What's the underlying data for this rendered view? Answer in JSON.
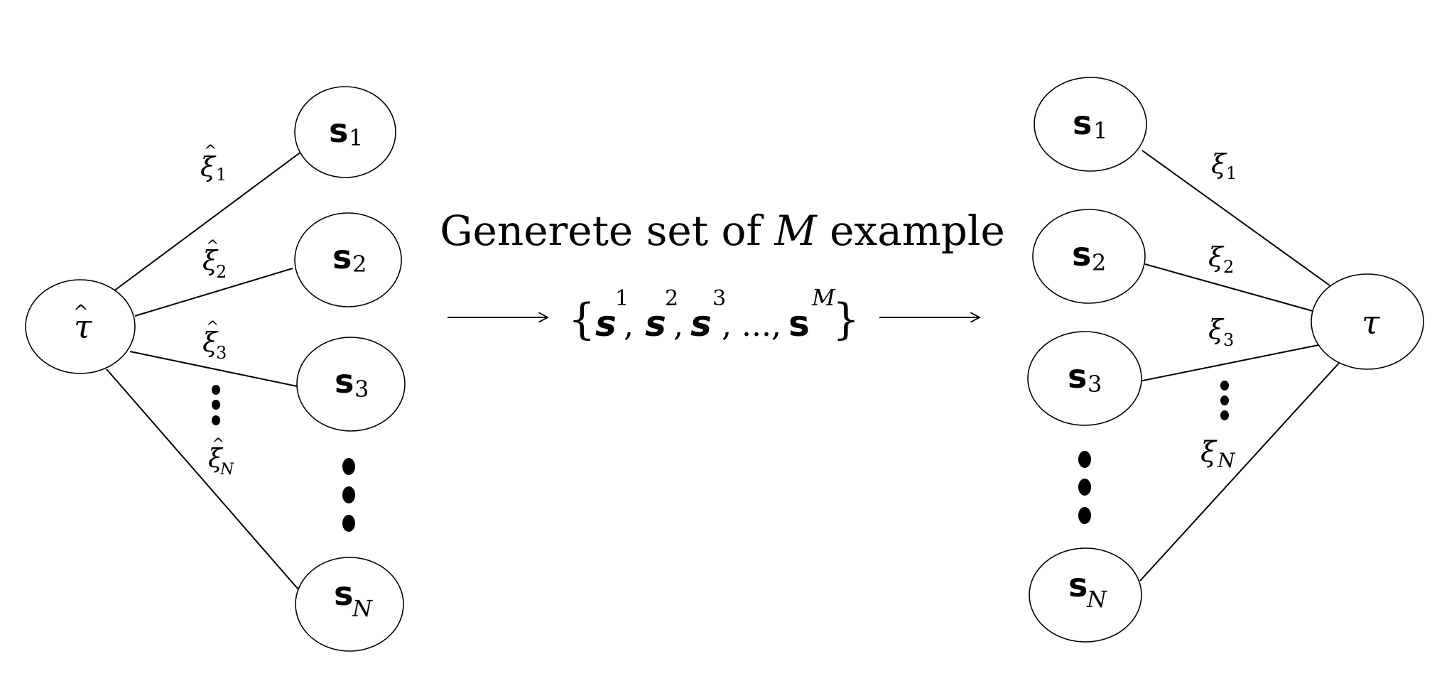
{
  "left_graph": {
    "root": {
      "symbol": "τ",
      "hat": "^"
    },
    "nodes": [
      {
        "symbol": "s",
        "sub": "1"
      },
      {
        "symbol": "s",
        "sub": "2"
      },
      {
        "symbol": "s",
        "sub": "3"
      },
      {
        "symbol": "s",
        "sub": "N"
      }
    ],
    "edge_labels": [
      {
        "symbol": "ξ",
        "sub": "1",
        "hat": "^"
      },
      {
        "symbol": "ξ",
        "sub": "2",
        "hat": "^"
      },
      {
        "symbol": "ξ",
        "sub": "3",
        "hat": "^"
      },
      {
        "symbol": "ξ",
        "sub": "N",
        "hat": "^"
      }
    ]
  },
  "middle": {
    "title_prefix": "Generete set of ",
    "title_var": "M",
    "title_suffix": " example",
    "set_open": "{",
    "set_close": "}",
    "set_symbol": "s",
    "set_ellipsis": ", ...,",
    "set_sups": [
      "1",
      "2",
      "3",
      "M"
    ]
  },
  "right_graph": {
    "root": {
      "symbol": "τ"
    },
    "nodes": [
      {
        "symbol": "s",
        "sub": "1"
      },
      {
        "symbol": "s",
        "sub": "2"
      },
      {
        "symbol": "s",
        "sub": "3"
      },
      {
        "symbol": "s",
        "sub": "N"
      }
    ],
    "edge_labels": [
      {
        "symbol": "ξ",
        "sub": "1"
      },
      {
        "symbol": "ξ",
        "sub": "2"
      },
      {
        "symbol": "ξ",
        "sub": "3"
      },
      {
        "symbol": "ξ",
        "sub": "N"
      }
    ]
  }
}
